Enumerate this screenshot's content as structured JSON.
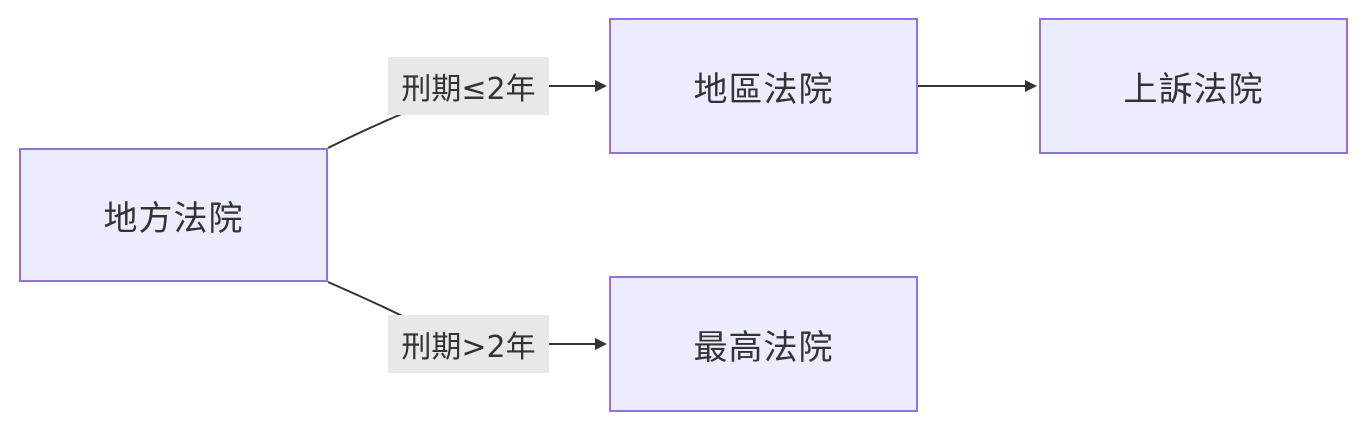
{
  "nodes": {
    "local_court": "地方法院",
    "district_court": "地區法院",
    "appeal_court": "上訴法院",
    "supreme_court": "最高法院"
  },
  "edges": {
    "to_district": "刑期≤2年",
    "to_supreme": "刑期>2年"
  },
  "colors": {
    "node_fill": "#ECECFF",
    "node_border": "#9370DB",
    "edge_line": "#333333",
    "label_background": "#e8e8e8",
    "text": "#333333"
  }
}
